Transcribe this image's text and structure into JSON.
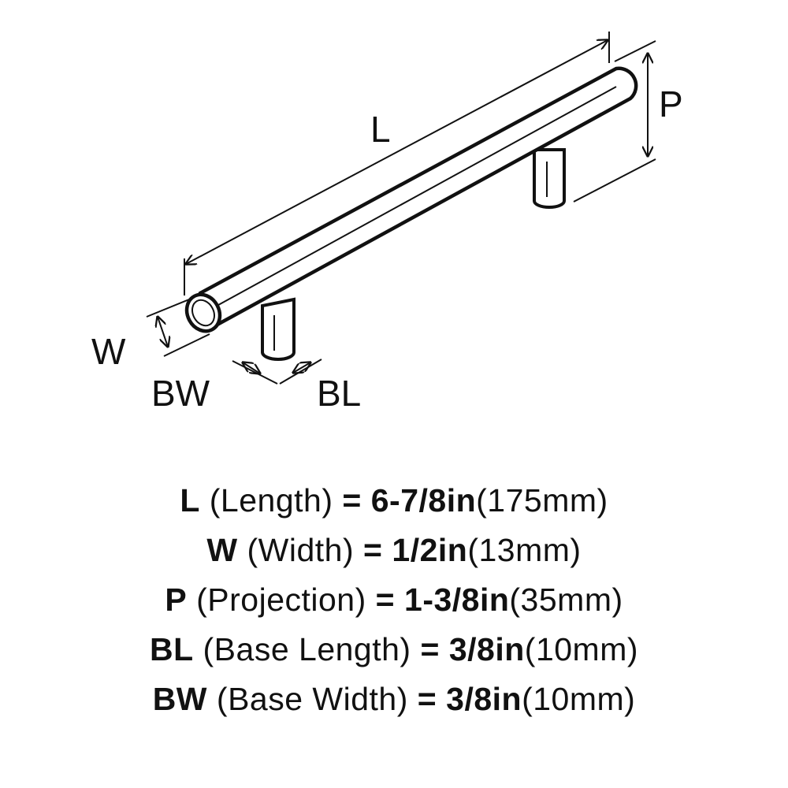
{
  "diagram": {
    "labels": {
      "length": "L",
      "width": "W",
      "projection": "P",
      "base_width": "BW",
      "base_length": "BL"
    }
  },
  "specs": [
    {
      "symbol": "L",
      "description": "(Length)",
      "equals": "=",
      "imperial": "6-7/8in",
      "metric": "(175mm)"
    },
    {
      "symbol": "W",
      "description": "(Width)",
      "equals": "=",
      "imperial": "1/2in",
      "metric": "(13mm)"
    },
    {
      "symbol": "P",
      "description": "(Projection)",
      "equals": "=",
      "imperial": "1-3/8in",
      "metric": "(35mm)"
    },
    {
      "symbol": "BL",
      "description": "(Base Length)",
      "equals": "=",
      "imperial": "3/8in",
      "metric": "(10mm)"
    },
    {
      "symbol": "BW",
      "description": "(Base Width)",
      "equals": "=",
      "imperial": "3/8in",
      "metric": "(10mm)"
    }
  ]
}
